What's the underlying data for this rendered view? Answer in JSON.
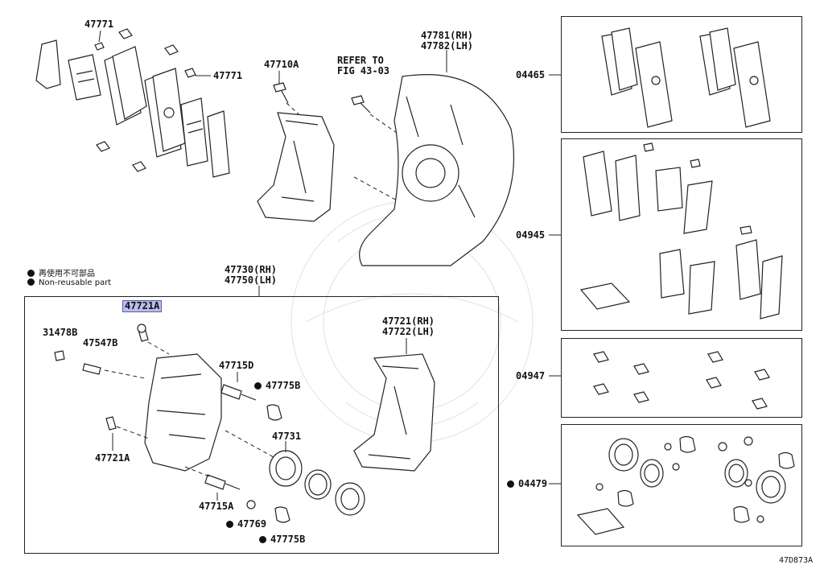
{
  "diagram_code": "47D873A",
  "legend": {
    "jp": "再使用不可部品",
    "en": "Non-reusable part"
  },
  "labels": {
    "p47771a": "47771",
    "p47771b": "47771",
    "p47710A": "47710A",
    "refer": "REFER TO\nFIG 43-03",
    "p47781": "47781(RH)\n47782(LH)",
    "p47730": "47730(RH)\n47750(LH)",
    "p47721A_hl": "47721A",
    "p31478B": "31478B",
    "p47547B": "47547B",
    "p47715D": "47715D",
    "p47775B_a": "47775B",
    "p47721RH": "47721(RH)\n47722(LH)",
    "p47731": "47731",
    "p47721A_b": "47721A",
    "p47715A": "47715A",
    "p47769": "47769",
    "p47775B_b": "47775B",
    "p04465": "04465",
    "p04945": "04945",
    "p04947": "04947",
    "p04479": "04479"
  }
}
